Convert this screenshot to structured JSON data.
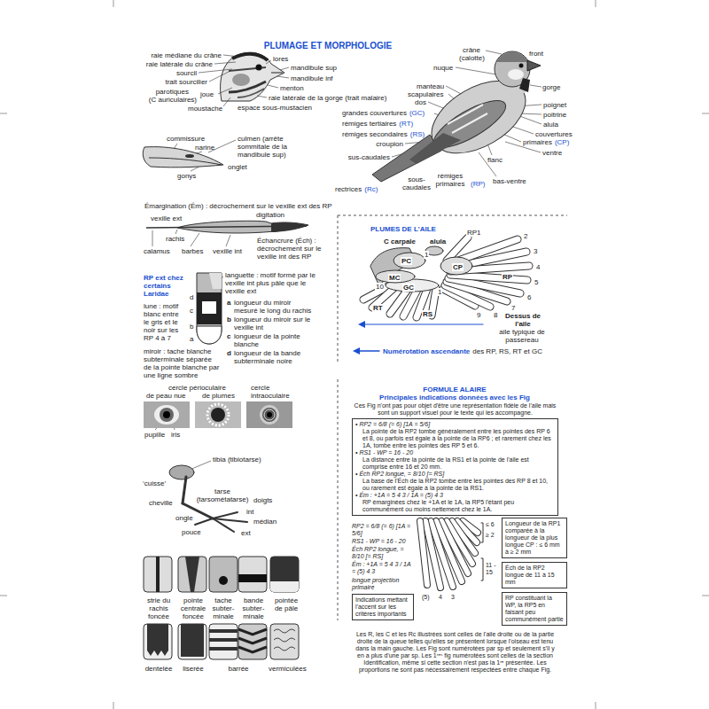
{
  "diagram": {
    "title": "PLUMAGE ET MORPHOLOGIE",
    "nodes": [
      {
        "text": [
          "• RP2 = 6/8 (= 6) [1A = 5/6]",
          "La pointe de la RP2 tombe généralement entre les pointes des RP 6 et 8, ou parfois est égale à la pointe de la RP6 ; et rarement chez les 1A, tombe entre les pointes des RP 5 et 6.",
          "• RS1 - WP = 16 - 20",
          "La distance entre la pointe de la RS1 et la pointe de l'aile est comprise entre 16 et 20 mm.",
          "• Éch RP2 longue, = 8/10 [= RS]",
          "La base de l'Éch de la RP2 tombe entre les pointes des RP 8 et 10, ou rarement est égale à la pointe de la RS1.",
          "• Ém : +1A = 5 4 3 / 1A = (5) 4 3",
          "RP émarginées chez le +1A et le 1A, la RP5 l'étant peu communément ou moins nettement chez le 1A."
        ]
      },
      {
        "text": [
          "Longueur de la RP1 comparée à la longueur de la plus longue CP : ≤ 6 mm à ≥ 2 mm"
        ]
      },
      {
        "text": [
          "Éch de la RP2 longue de 11 à 15 mm"
        ]
      },
      {
        "text": [
          "RP constituant la WP, la RP5 en faisant peu communément partie"
        ]
      },
      {
        "text": [
          "Indications mettant l'accent sur les critères importants"
        ]
      }
    ],
    "labels": [
      "raie médiane du crâne",
      "raie latérale du crâne",
      "sourcil",
      "trait sourcilier",
      "parotiques",
      "(C auriculaires)",
      "joue",
      "moustache",
      "lores",
      "mandibule sup",
      "mandibule inf",
      "menton",
      "raie latérale de la gorge (trait malaire)",
      "espace sous-mustacien",
      "crâne",
      "(calotte)",
      "front",
      "nuque",
      "manteau",
      "scapulaires",
      "dos",
      "gorge",
      "poignet",
      "poitrine",
      "alula",
      "grandes couvertures",
      "(GC)",
      "rémiges tertiaires",
      "(RT)",
      "rémiges secondaires",
      "(RS)",
      "couvertures",
      "primaires",
      "(CP)",
      "ventre",
      "croupion",
      "sus-caudales",
      "rectrices",
      "(Rc)",
      "flanc",
      "sous-caudales",
      "rémiges primaires",
      "(RP)",
      "bas-ventre",
      "commissure",
      "narine",
      "culmen (arrête sommitale de la mandibule sup)",
      "onglet",
      "gonys",
      "Émargination (Ém) : décrochement sur le vexille ext des RP",
      "vexille ext",
      "digitation",
      "rachis",
      "Échancrure (Éch) : décrochement sur le vexille int des RP",
      "calamus",
      "barbes",
      "vexille int",
      "RP ext chez certains Laridae",
      "languette : motif formé par le vexille int plus pâle que le vexille ext",
      "lune : motif blanc entre le gris et le noir sur les RP 4 à 7",
      "d",
      "c",
      "b",
      "a",
      "a",
      "longueur du miroir mesuré le long du rachis",
      "b",
      "longueur du miroir sur le vexille int",
      "c",
      "longueur de la pointe blanche",
      "d",
      "longueur de la bande subterminale noire",
      "miroir : tache blanche subterminale séparée de la pointe blanche par une ligne sombre",
      "cercle périoculaire",
      "de peau nue",
      "de plumes",
      "cercle intraoculaire",
      "pupille",
      "iris",
      "tibia (tibiotarse)",
      "‘cuisse’",
      "tarse (tarsométatarse)",
      "doigts",
      "int",
      "cheville",
      "ongle",
      "médian",
      "pouce",
      "ext",
      "strie du rachis foncée",
      "pointe centrale foncée",
      "tache subter- minale",
      "bande subter- minale",
      "pointée de pâle",
      "dentelée",
      "liserée",
      "barrée",
      "vermiculées",
      "PLUMES DE L'AILE",
      "C carpale",
      "alula",
      "RP1",
      "2",
      "3",
      "4",
      "5",
      "6",
      "7",
      "8",
      "9",
      "PC",
      "CP",
      "RP",
      "MC",
      "GC",
      "10",
      "RT",
      "RS",
      "1",
      "1",
      "Dessus de l'aile",
      "aile typique de passereau",
      "Numérotation ascendante",
      "des RP, RS, RT et GC",
      "FORMULE ALAIRE",
      "Principales indications données avec les Fig",
      "Ces Fig n'ont pas pour objet d'être une représentation fidèle de l'aile mais sont un support visuel pour le texte qui les accompagne.",
      "RP2 = 6/8 (= 6) [1A = 5/6]",
      "RS1 - WP = 16 - 20",
      "Éch RP2 longue, = 8/10 [= RS]",
      "Ém : +1A = 5 4 3 / 1A = (5) 4 3",
      "longue projection primaire",
      "≤ 6",
      "≥ 2",
      "11 - 15",
      "(5)",
      "4",
      "3",
      "Les R, les C et les Rc illustrées sont celles de l'aile droite ou de la partie droite de la queue telles qu'elles se présentent lorsque l'oiseau est tenu dans la main gauche. Les Fig sont numérotées par sp et seulement s'il y en a plus d'une par sp. Les 1ʳᵉˢ fig numérotées sont celles de la section Identification, même si cette section n'est pas la 1ʳᵉ présentée. Les proportions ne sont pas nécessairement respectées entre chaque Fig."
    ]
  }
}
